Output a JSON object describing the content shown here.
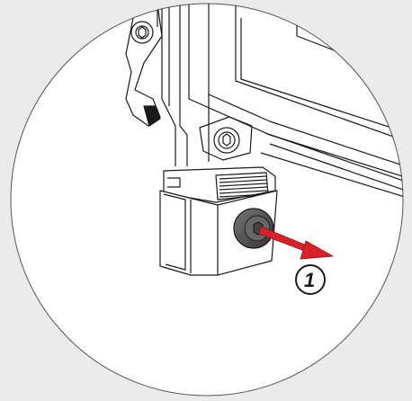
{
  "step_callout": {
    "number": "1"
  },
  "colors": {
    "background": "#ebebeb",
    "circle_fill": "#ffffff",
    "line": "#1a1a1a",
    "arrow": "#d8202a",
    "knob": "#555555"
  },
  "icons": {
    "callout": "circled-number-1",
    "arrow": "pull-direction-arrow",
    "screw": "hex-socket-screw-icon"
  }
}
